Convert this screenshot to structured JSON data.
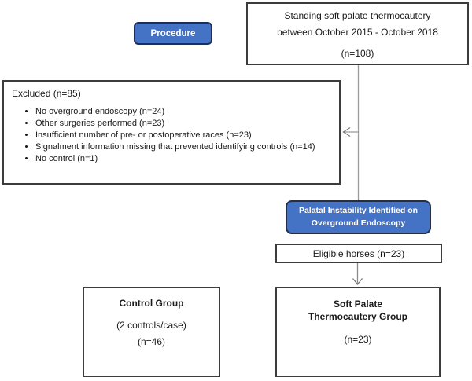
{
  "colors": {
    "accent_blue": "#4472C4",
    "accent_border": "#1F2F54",
    "box_border": "#3C3C3C",
    "connector_gray": "#9B9B9B"
  },
  "flowchart": {
    "top_box": {
      "line1": "Standing soft palate thermocautery",
      "line2": "between October 2015 - October 2018",
      "count": "(n=108)"
    },
    "procedure_label": "Procedure",
    "excluded_box": {
      "title": "Excluded (n=85)",
      "bullets": [
        "No overground endoscopy (n=24)",
        "Other surgeries performed (n=23)",
        "Insufficient number of pre- or postoperative races (n=23)",
        "Signalment information missing that prevented identifying controls (n=14)",
        "No control (n=1)"
      ]
    },
    "palatal_box": {
      "line1": "Palatal Instability Identified on",
      "line2": "Overground Endoscopy"
    },
    "eligible_box": {
      "label": "Eligible horses (n=23)"
    },
    "control_box": {
      "title": "Control Group",
      "line1": "(2 controls/case)",
      "line2": "(n=46)"
    },
    "thermocautery_box": {
      "title_line1": "Soft Palate",
      "title_line2": "Thermocautery Group",
      "count": "(n=23)"
    }
  }
}
